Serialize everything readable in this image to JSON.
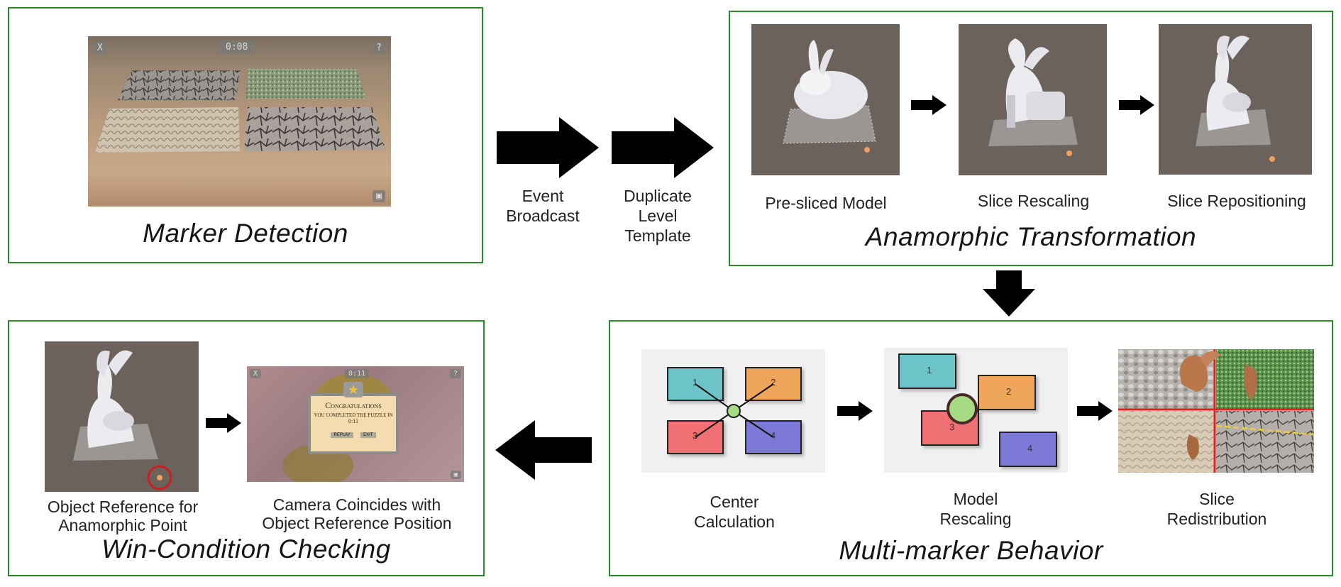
{
  "panels": {
    "marker_detection": {
      "title": "Marker Detection",
      "hud": {
        "close": "X",
        "timer": "0:08",
        "help": "?"
      }
    },
    "anamorphic": {
      "title": "Anamorphic Transformation",
      "steps": [
        "Pre-sliced Model",
        "Slice Rescaling",
        "Slice Repositioning"
      ]
    },
    "multi_marker": {
      "title": "Multi-marker Behavior",
      "steps": [
        {
          "line1": "Center",
          "line2": "Calculation"
        },
        {
          "line1": "Model",
          "line2": "Rescaling"
        },
        {
          "line1": "Slice",
          "line2": "Redistribution"
        }
      ],
      "card_numbers": [
        "1",
        "2",
        "3",
        "4"
      ],
      "colors": {
        "teal": "#6cc4c8",
        "orange": "#f0a65a",
        "red": "#f07074",
        "blue": "#7c7ad6",
        "center": "#a6dc84"
      }
    },
    "win_condition": {
      "title": "Win-Condition Checking",
      "captions": [
        {
          "line1": "Object Reference for",
          "line2": "Anamorphic Point"
        },
        {
          "line1": "Camera Coincides with",
          "line2": "Object Reference Position"
        }
      ],
      "hud": {
        "close": "X",
        "timer": "0:11",
        "help": "?"
      },
      "dialog": {
        "heading": "Congratulations",
        "message": "You completed the puzzle in",
        "time": "0:11",
        "buttons": [
          "Replay",
          "Exit"
        ]
      }
    }
  },
  "flow_labels": {
    "event": {
      "line1": "Event",
      "line2": "Broadcast"
    },
    "duplicate": {
      "line1": "Duplicate",
      "line2": "Level",
      "line3": "Template"
    }
  },
  "colors": {
    "border": "#2a8a2a",
    "arrow": "#000000",
    "scene_bg": "#6b625b",
    "target_ring": "#cc1e1e"
  }
}
